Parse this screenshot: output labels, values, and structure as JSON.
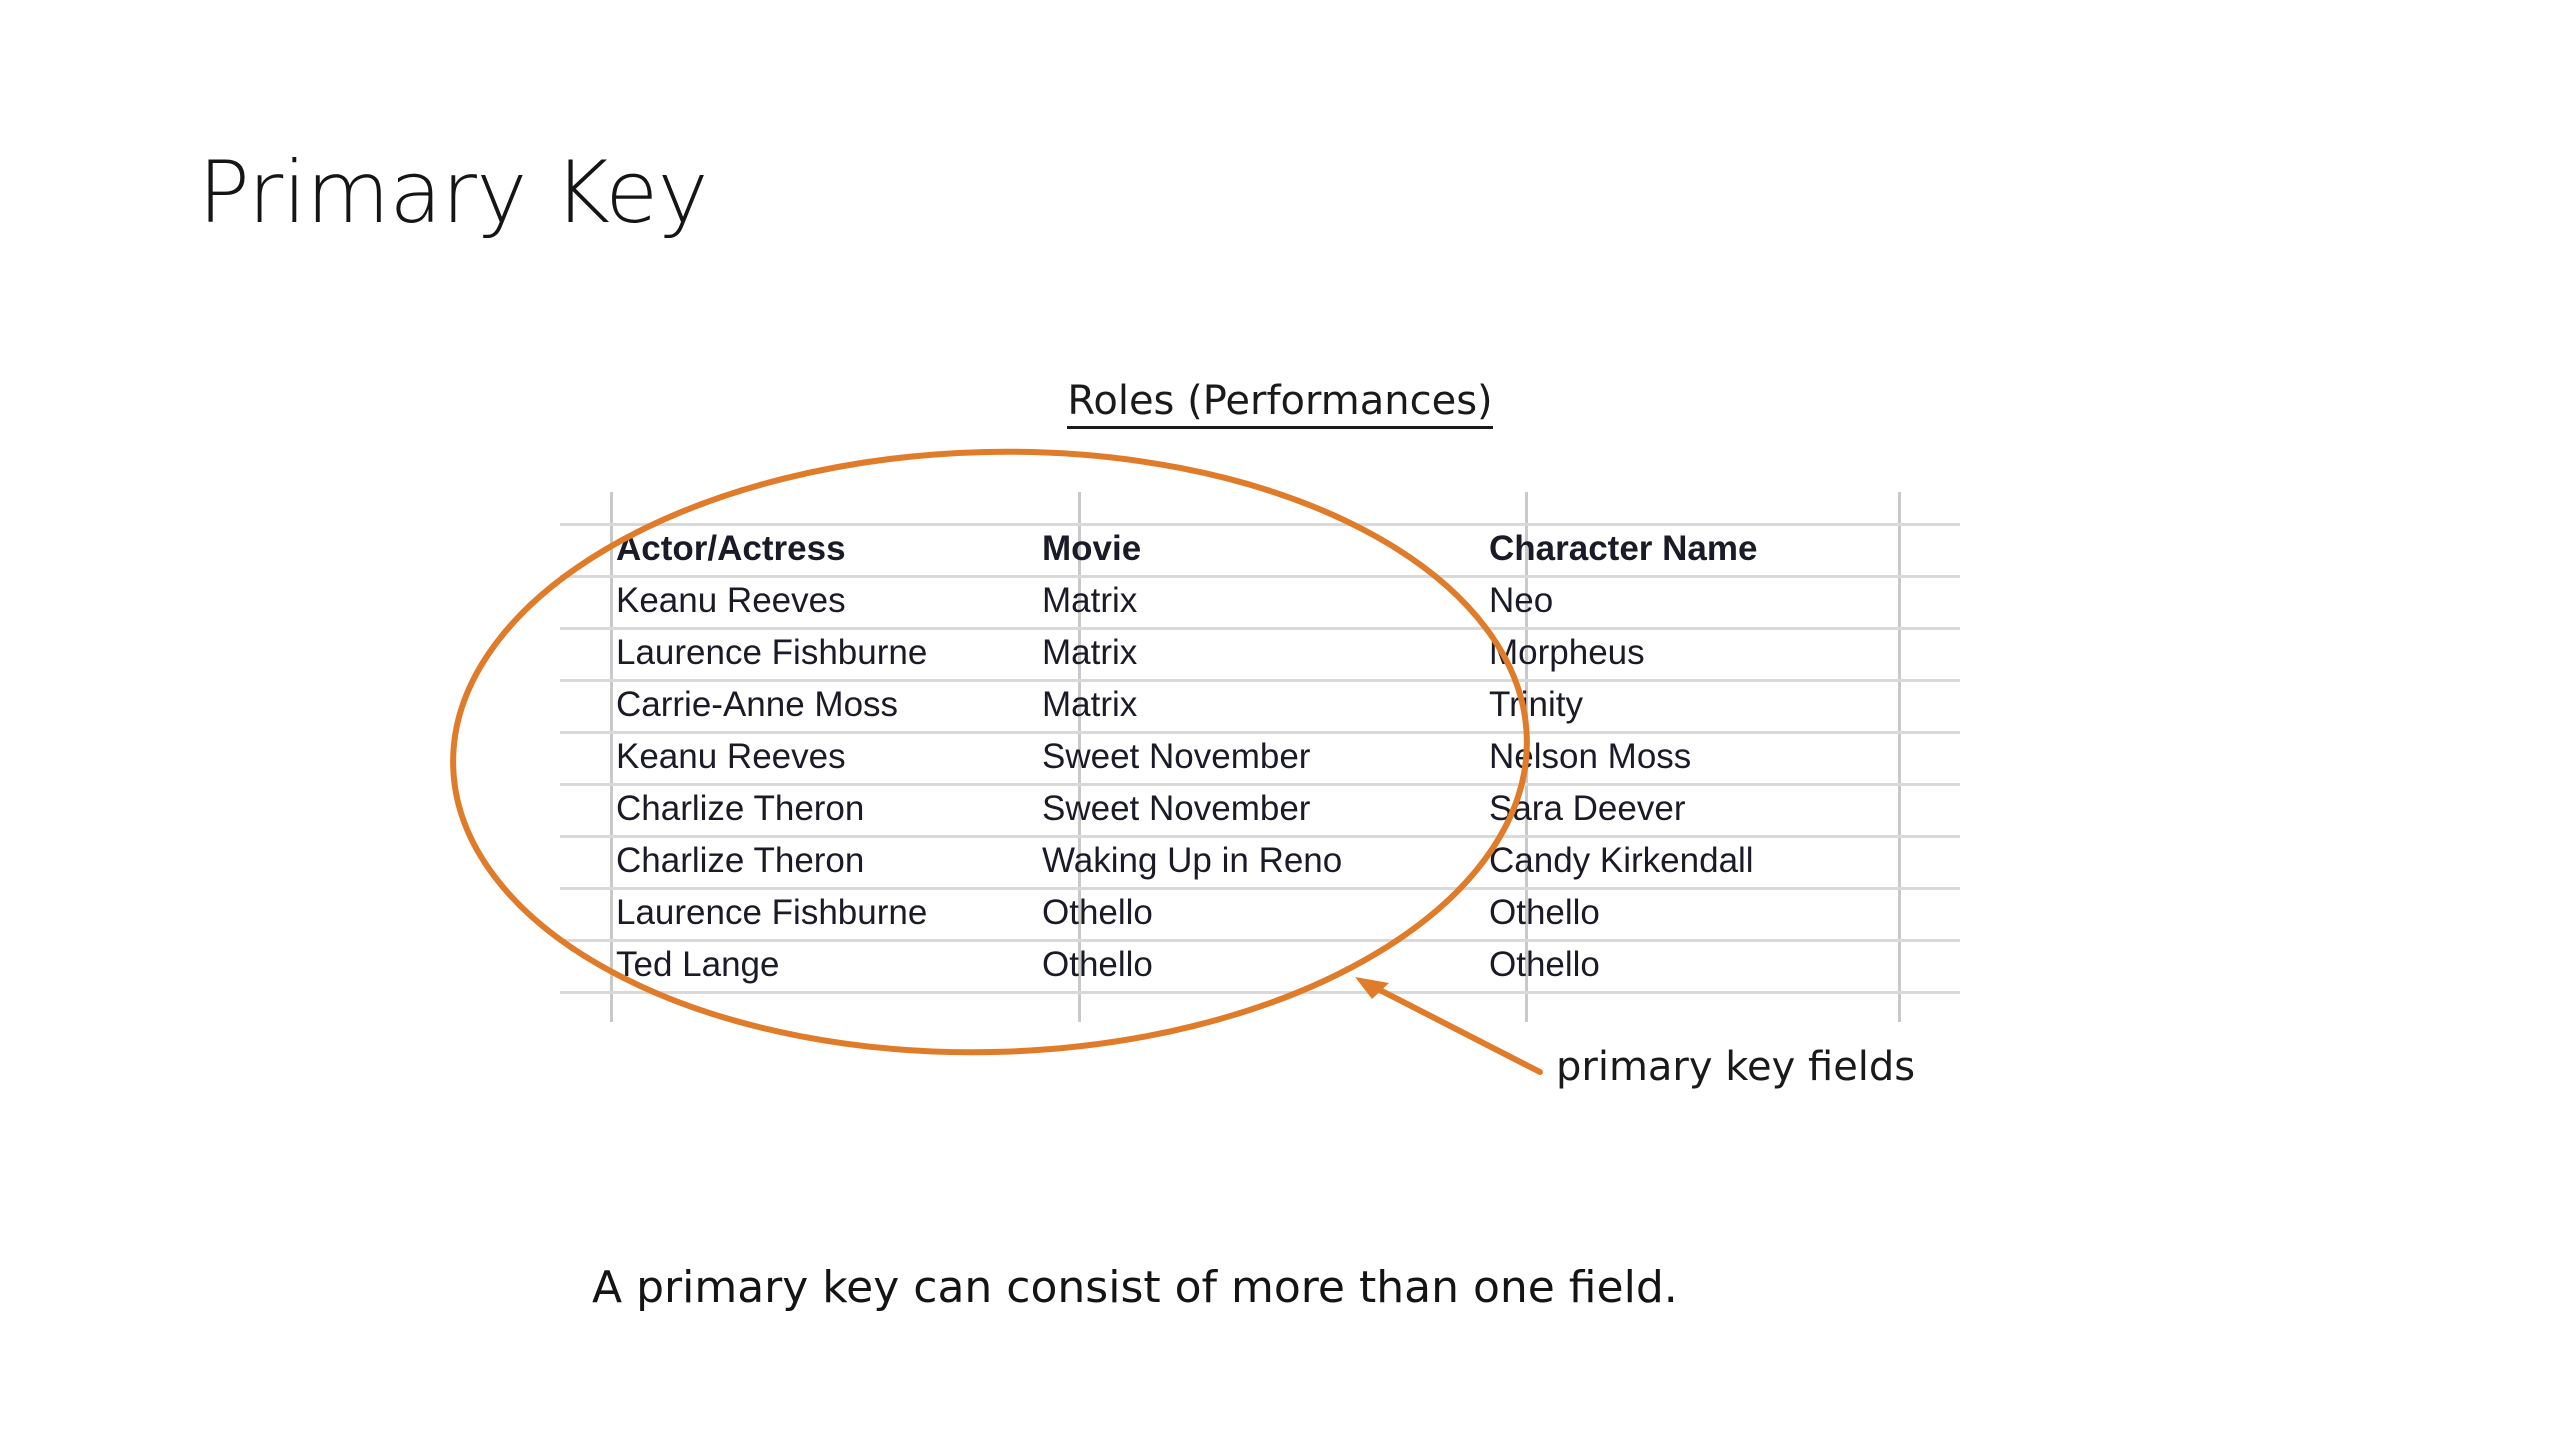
{
  "slide": {
    "title": "Primary Key",
    "bottom_caption": "A primary key can consist of more than one field."
  },
  "table": {
    "caption": "Roles (Performances)",
    "columns": [
      "Actor/Actress",
      "Movie",
      "Character Name"
    ],
    "rows": [
      [
        "Keanu Reeves",
        "Matrix",
        "Neo"
      ],
      [
        "Laurence Fishburne",
        "Matrix",
        "Morpheus"
      ],
      [
        "Carrie-Anne Moss",
        "Matrix",
        "Trinity"
      ],
      [
        "Keanu Reeves",
        "Sweet November",
        "Nelson Moss"
      ],
      [
        "Charlize Theron",
        "Sweet November",
        "Sara Deever"
      ],
      [
        "Charlize Theron",
        "Waking Up in Reno",
        "Candy Kirkendall"
      ],
      [
        "Laurence Fishburne",
        "Othello",
        "Othello"
      ],
      [
        "Ted Lange",
        "Othello",
        "Othello"
      ]
    ],
    "grid_color": "#d0d0d0"
  },
  "annotations": {
    "highlight_shape": "ellipse",
    "highlight_color": "#E07B2A",
    "callout_label": "primary key fields",
    "arrow_color": "#E07B2A"
  }
}
